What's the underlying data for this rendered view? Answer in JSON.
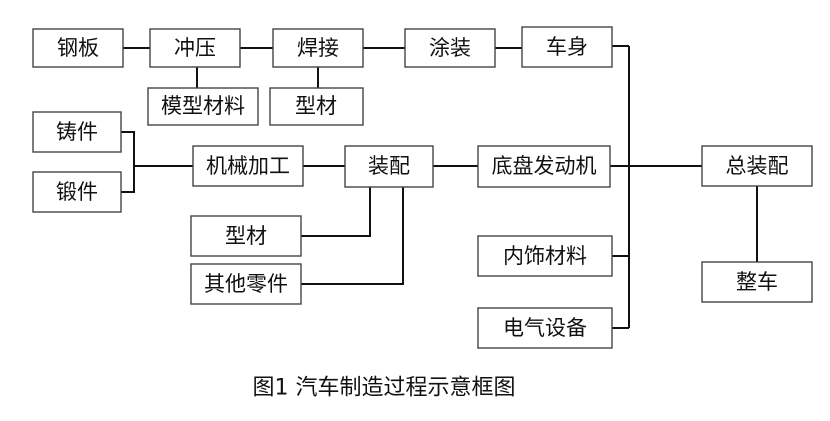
{
  "diagram": {
    "nodes": {
      "steel_plate": "钢板",
      "stamping": "冲压",
      "welding": "焊接",
      "painting": "涂装",
      "body": "车身",
      "mold_material": "模型材料",
      "profile_1": "型材",
      "casting": "铸件",
      "forging": "锻件",
      "machining": "机械加工",
      "assembly": "装配",
      "chassis_engine": "底盘发动机",
      "final_assembly": "总装配",
      "profile_2": "型材",
      "other_parts": "其他零件",
      "interior_materials": "内饰材料",
      "electrical_equipment": "电气设备",
      "complete_vehicle": "整车"
    },
    "caption": "图1 汽车制造过程示意框图"
  }
}
